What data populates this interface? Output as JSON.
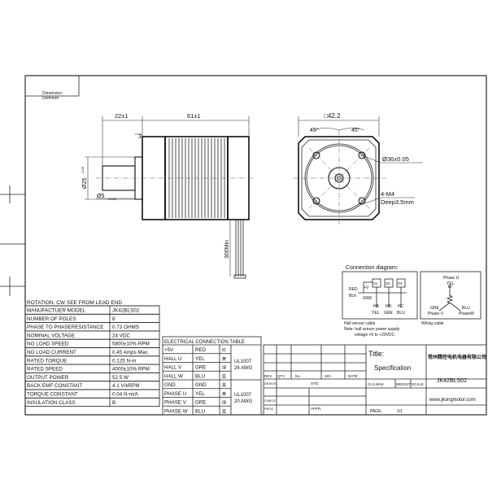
{
  "header": {
    "dimension_note_1": "Dimension:",
    "dimension_note_2": "Unit=mm"
  },
  "side_view": {
    "dim_22": "22±1",
    "dim_61": "61±1",
    "dim_3": "3",
    "dim_25": "Ø25",
    "dim_25_tol": "-0.05",
    "dim_5": "Ø5",
    "dim_5_tol": "-0.012",
    "lead_length": "300Min"
  },
  "front_view": {
    "dim_square": "□42.2",
    "angle_left": "45°",
    "angle_right": "45°",
    "dim_bolt_circle": "Ø36±0.05",
    "thread": "4-M4",
    "thread_depth": "Deep3.5mm"
  },
  "connection": {
    "title": "Connection diagram:",
    "plus_v": "+V",
    "red": "RED",
    "blk": "BLK",
    "gnd": "GND",
    "s1": "S1",
    "s2": "S2",
    "s3": "S3",
    "ha": "HA",
    "hb": "HB",
    "hc": "HC",
    "yel": "YEL",
    "gre": "GRE",
    "blu": "BLU",
    "phase_u": "Phase U",
    "phase_yel": "YEL",
    "phase_gre": "GRE",
    "phase_blu": "BLU",
    "phase_v": "Phase V",
    "phase_w": "PhaseW",
    "hall_cable": "Hall sensor cable",
    "note_1": "Note: hall sensor power supply",
    "note_2": "voltage +5 to +20VDC",
    "wiring_cable": "Wiring cable"
  },
  "specs": {
    "rotation": "ROTATION: CW SEE FROM LEAD END",
    "rows": [
      {
        "label": "MANUFACTUER MODEL",
        "value": "JK42BLS02"
      },
      {
        "label": "NUMBER OF POLES",
        "value": "8"
      },
      {
        "label": "PHASE TO PHASERESISTANCE",
        "value": "0.73 OHMS"
      },
      {
        "label": "NOMINAL VOLTAGE",
        "value": "24 VDC"
      },
      {
        "label": "NO LOAD SPEED",
        "value": "5800±10% RPM"
      },
      {
        "label": "NO LOAD CURRENT",
        "value": "0.45 Amps Max."
      },
      {
        "label": "RATED TORQUE",
        "value": "0.125 N-m"
      },
      {
        "label": "RATED SPEED",
        "value": "4000±10% RPM"
      },
      {
        "label": "OUTPUT POWER",
        "value": "52.5 W"
      },
      {
        "label": "BACK EMF CONSTANT",
        "value": "4.1 V/kRPM"
      },
      {
        "label": "TORQUE CONSTANT",
        "value": "0.04 N-m/A"
      },
      {
        "label": "INSULATION CLASS",
        "value": "B"
      }
    ]
  },
  "electrical": {
    "title": "ELECTRICAL CONNECTION TABLE",
    "rows": [
      {
        "signal": "+5V",
        "color": "RED",
        "cn": "红"
      },
      {
        "signal": "HALL U",
        "color": "YEL",
        "cn": "黄"
      },
      {
        "signal": "HALL V",
        "color": "GRE",
        "cn": "绿"
      },
      {
        "signal": "HALL W",
        "color": "BLU",
        "cn": "蓝"
      },
      {
        "signal": "GND",
        "color": "GND",
        "cn": "黑"
      },
      {
        "signal": "PHASE U",
        "color": "YEL",
        "cn": "黄"
      },
      {
        "signal": "PHASE V",
        "color": "GRE",
        "cn": "绿"
      },
      {
        "signal": "PHASE W",
        "color": "BLU",
        "cn": "蓝"
      }
    ],
    "cable_1a": "UL1007",
    "cable_1b": "26 AWG",
    "cable_2a": "UL1007",
    "cable_2b": "20 AWG"
  },
  "title_block": {
    "rev": "REV.",
    "qty": "QTY.",
    "no": "No.",
    "sig": "SIG.",
    "date": "DATE",
    "design": "DESIGN",
    "std": "STD.",
    "check": "CHECK",
    "proc": "PROC.",
    "appr": "APPR.",
    "title_label": "Title:",
    "specification": "Specification",
    "company_cn": "常州精控电机电器有限公司",
    "cls_mak": "CLS.MAK",
    "weight": "WEIGHT",
    "scale": "SCALE",
    "model": "JK42BLS02",
    "website": "www.jkongmotor.com",
    "page_label": "PAGE:",
    "page_value": "1/1"
  }
}
